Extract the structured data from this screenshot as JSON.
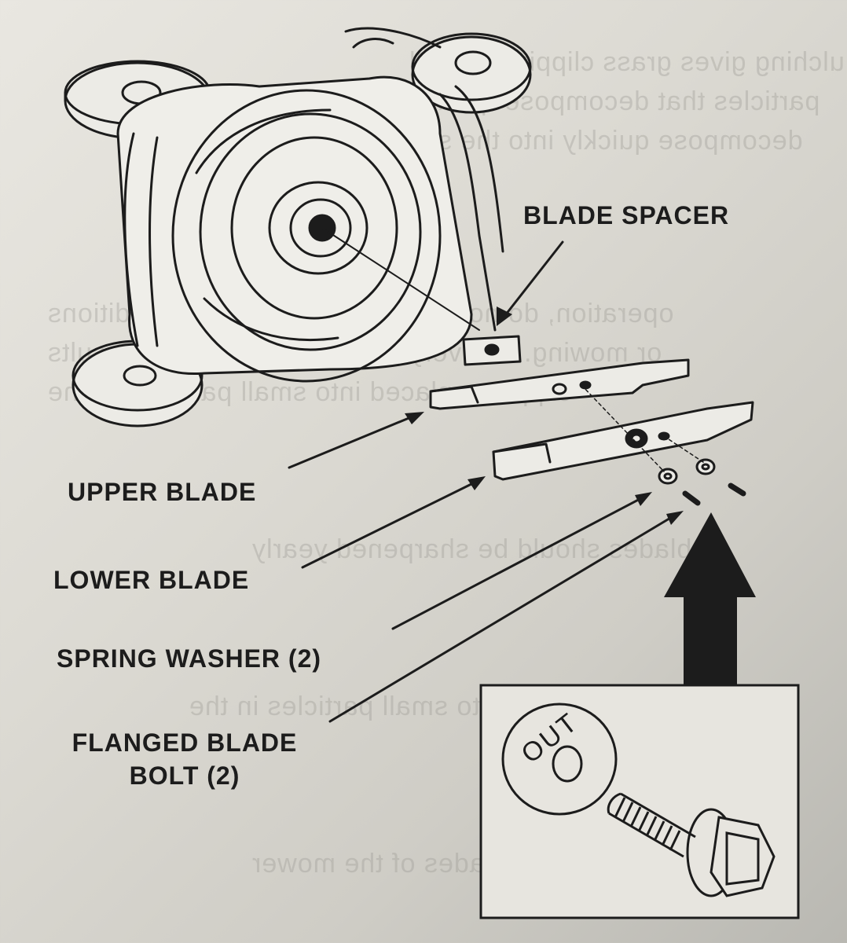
{
  "labels": {
    "blade_spacer": "BLADE SPACER",
    "upper_blade": "UPPER BLADE",
    "lower_blade": "LOWER BLADE",
    "spring_washer": "SPRING WASHER (2)",
    "flanged_line1": "FLANGED BLADE",
    "flanged_line2": "BOLT (2)"
  },
  "inset": {
    "washer_text": "OUT"
  },
  "colors": {
    "ink": "#1c1c1c",
    "paper": "#e4e2dc"
  }
}
